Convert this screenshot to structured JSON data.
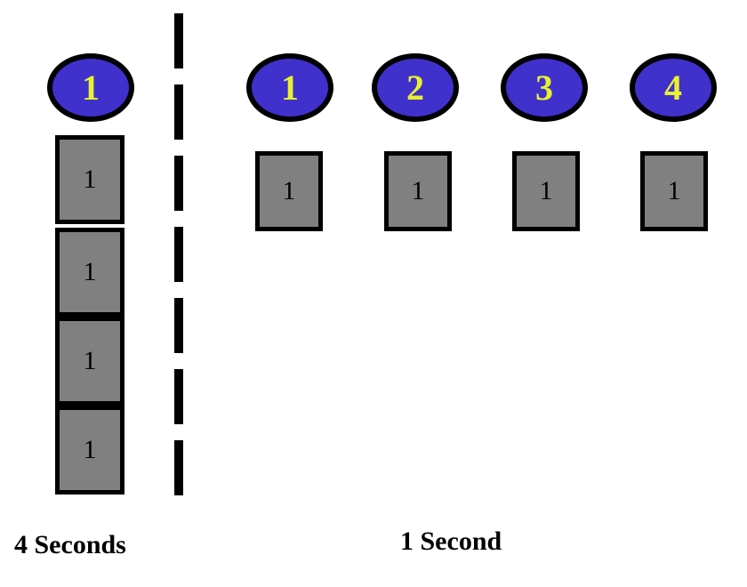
{
  "diagram": {
    "title_left": "4 Seconds",
    "title_right": "1 Second",
    "colors": {
      "node_fill": "#4030cc",
      "node_stroke": "#000000",
      "node_text": "#e8f030",
      "box_fill": "#808080",
      "box_stroke": "#000000",
      "box_text": "#000000",
      "divider": "#000000",
      "background": "#ffffff"
    },
    "divider": {
      "name": "vertical-dashed-separator",
      "dash_count": 7
    },
    "left_group": {
      "caption": "4 Seconds",
      "nodes": [
        {
          "label": "1"
        }
      ],
      "boxes": [
        {
          "label": "1"
        },
        {
          "label": "1"
        },
        {
          "label": "1"
        },
        {
          "label": "1"
        }
      ]
    },
    "right_group": {
      "caption": "1 Second",
      "nodes": [
        {
          "label": "1"
        },
        {
          "label": "2"
        },
        {
          "label": "3"
        },
        {
          "label": "4"
        }
      ],
      "boxes": [
        {
          "label": "1"
        },
        {
          "label": "1"
        },
        {
          "label": "1"
        },
        {
          "label": "1"
        }
      ]
    }
  }
}
